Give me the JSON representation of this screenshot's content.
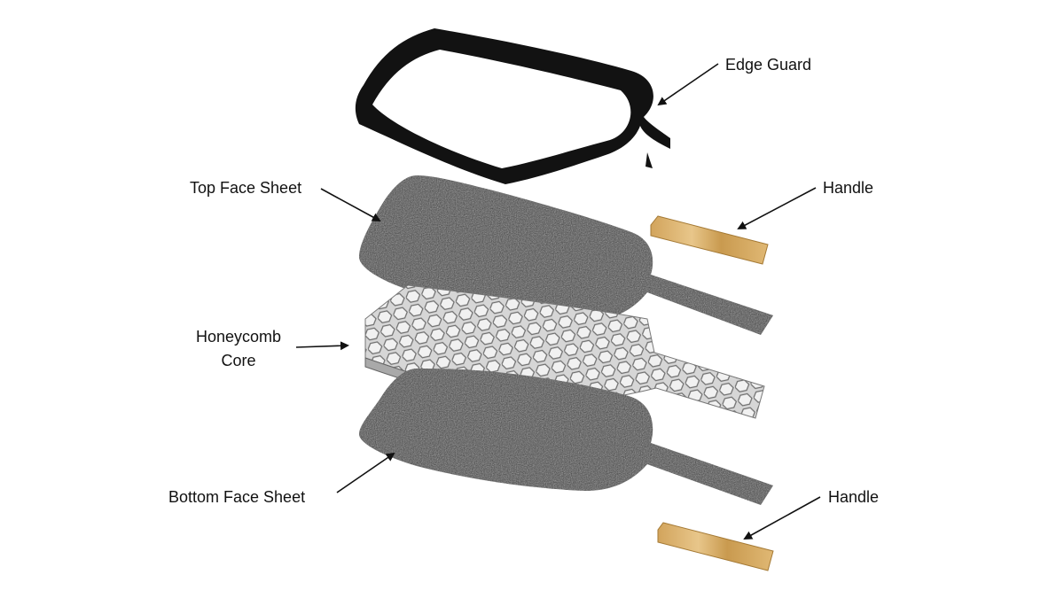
{
  "labels": {
    "edge_guard": "Edge Guard",
    "top_face_sheet": "Top Face Sheet",
    "handle_top": "Handle",
    "honeycomb_line1": "Honeycomb",
    "honeycomb_line2": "Core",
    "bottom_face_sheet": "Bottom Face Sheet",
    "handle_bottom": "Handle"
  },
  "colors": {
    "face_sheet": "#3a3a3a",
    "edge_guard": "#121212",
    "honeycomb": "#cfcfcf",
    "handle_wood": "#d9b06a",
    "arrow": "#111111"
  }
}
